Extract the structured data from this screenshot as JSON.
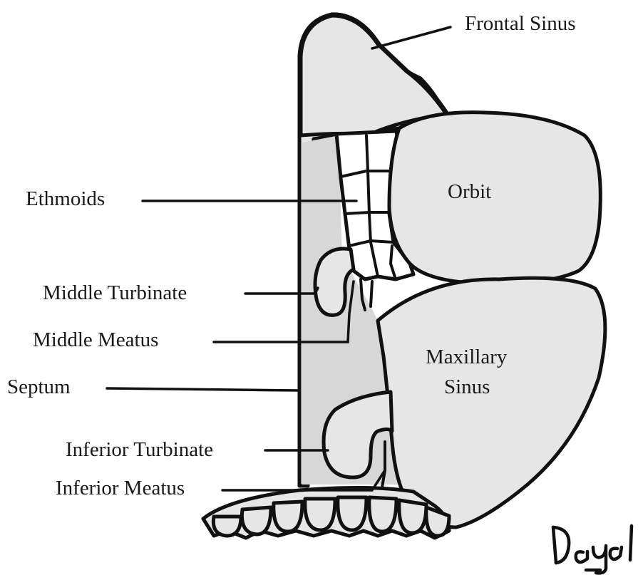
{
  "diagram": {
    "labels": {
      "frontal_sinus": "Frontal Sinus",
      "orbit": "Orbit",
      "ethmoids": "Ethmoids",
      "middle_turbinate": "Middle Turbinate",
      "middle_meatus": "Middle Meatus",
      "septum": "Septum",
      "maxillary_sinus_line1": "Maxillary",
      "maxillary_sinus_line2": "Sinus",
      "inferior_turbinate": "Inferior Turbinate",
      "inferior_meatus": "Inferior Meatus"
    },
    "signature": "Dayal"
  }
}
